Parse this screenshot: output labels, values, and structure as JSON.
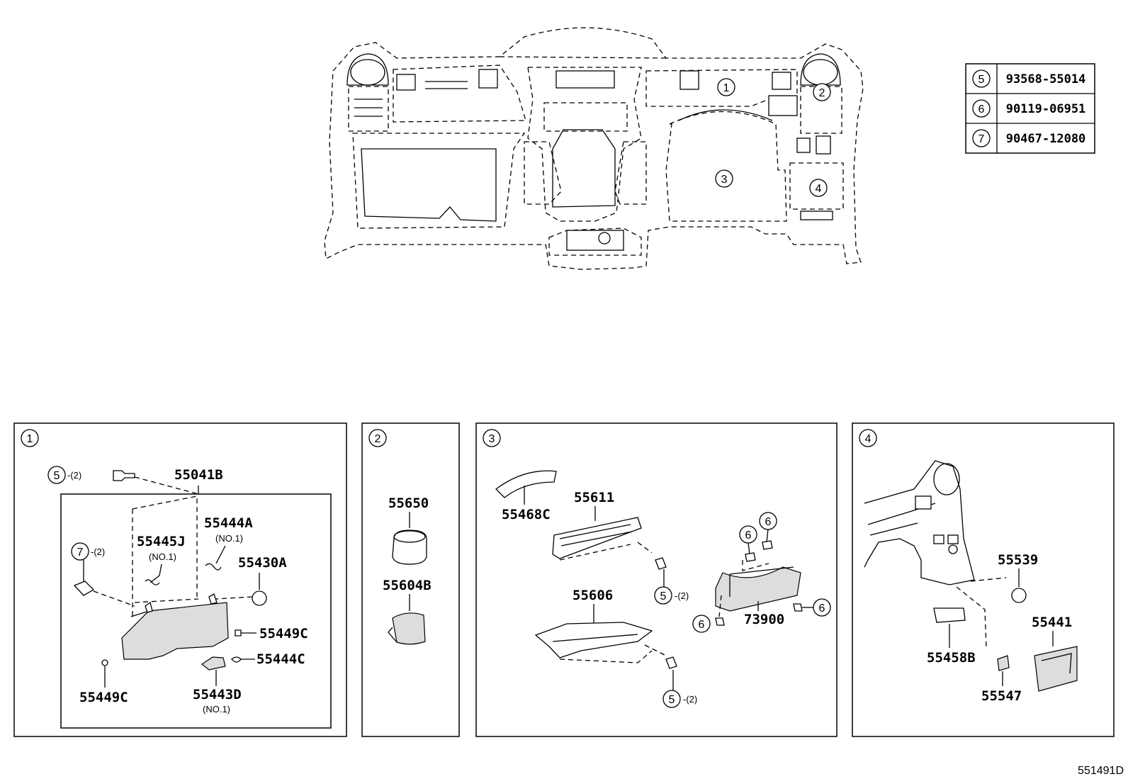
{
  "legend": [
    {
      "ref": "5",
      "part": "93568-55014"
    },
    {
      "ref": "6",
      "part": "90119-06951"
    },
    {
      "ref": "7",
      "part": "90467-12080"
    }
  ],
  "overview_refs": [
    "1",
    "2",
    "3",
    "4"
  ],
  "panel1": {
    "ref": "1",
    "bolt_ref": "5",
    "bolt_qty": "-(2)",
    "clip_ref": "7",
    "clip_qty": "-(2)",
    "labels": {
      "p55041B": "55041B",
      "p55444A": "55444A",
      "p55444A_sub": "(NO.1)",
      "p55445J": "55445J",
      "p55445J_sub": "(NO.1)",
      "p55430A": "55430A",
      "p55449C_a": "55449C",
      "p55444C": "55444C",
      "p55443D": "55443D",
      "p55443D_sub": "(NO.1)",
      "p55449C_b": "55449C"
    }
  },
  "panel2": {
    "ref": "2",
    "labels": {
      "p55650": "55650",
      "p55604B": "55604B"
    }
  },
  "panel3": {
    "ref": "3",
    "labels": {
      "p55468C": "55468C",
      "p55611": "55611",
      "p55606": "55606",
      "p73900": "73900"
    },
    "bolt5_top_ref": "5",
    "bolt5_top_qty": "-(2)",
    "bolt5_bot_ref": "5",
    "bolt5_bot_qty": "-(2)",
    "screw6_a": "6",
    "screw6_b": "6",
    "screw6_c": "6",
    "screw6_d": "6"
  },
  "panel4": {
    "ref": "4",
    "labels": {
      "p55539": "55539",
      "p55441": "55441",
      "p55458B": "55458B",
      "p55547": "55547"
    }
  },
  "diagram_id": "551491D"
}
